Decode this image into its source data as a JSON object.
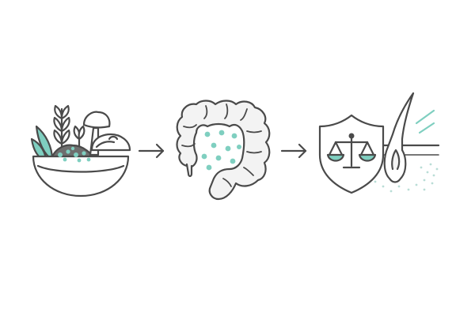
{
  "diagram": {
    "steps": [
      {
        "id": "food",
        "icon": "food-bowl-icon"
      },
      {
        "id": "gut",
        "icon": "intestine-icon"
      },
      {
        "id": "balance",
        "icon": "shield-scale-hair-icon"
      }
    ],
    "connectors": [
      "arrow-right-icon",
      "arrow-right-icon"
    ]
  },
  "colors": {
    "stroke": "#4a4a4a",
    "accent": "#7fcfc0",
    "fill_light": "#f3f3f3",
    "fill_dark": "#6e6e6e",
    "background": "#ffffff"
  }
}
